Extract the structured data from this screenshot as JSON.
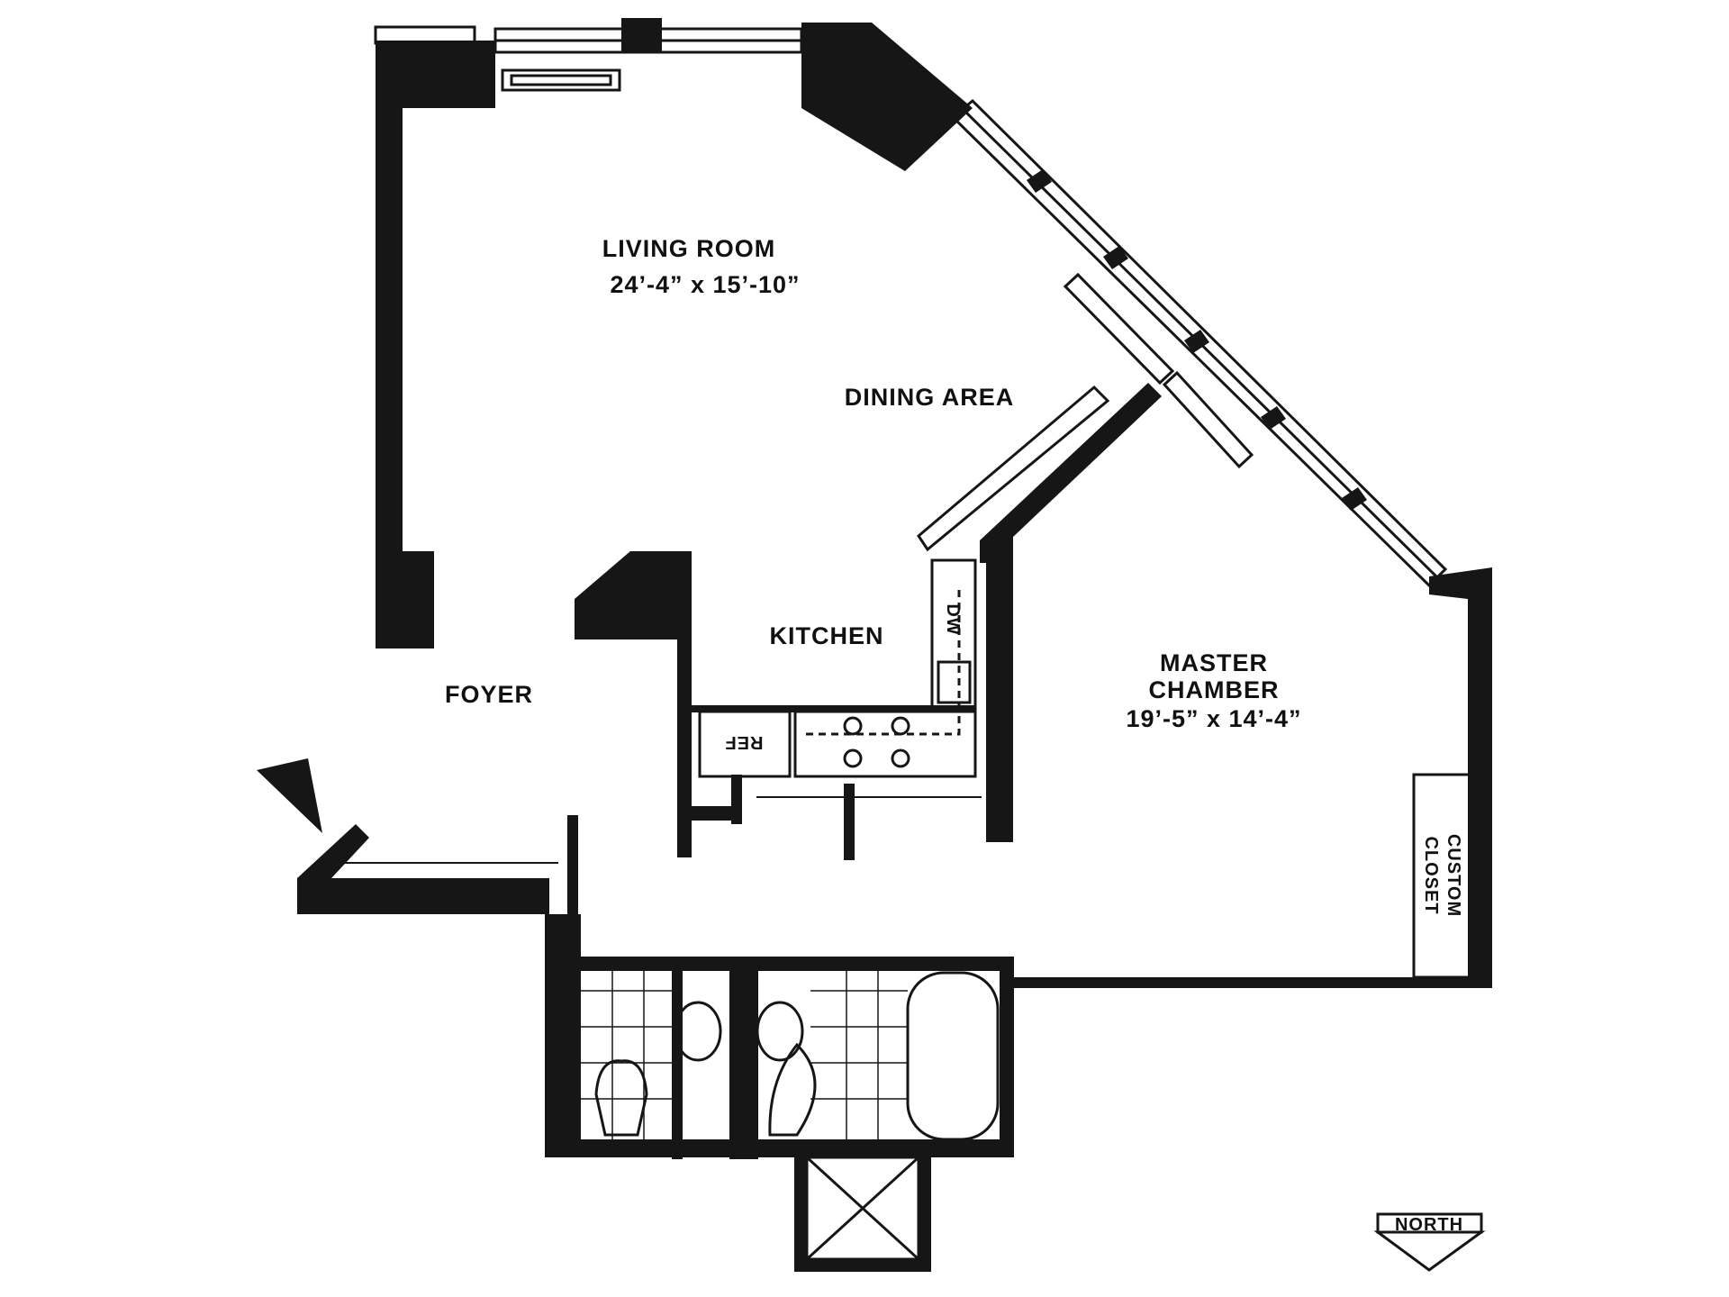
{
  "colors": {
    "wall": "#161616",
    "line": "#161616",
    "background": "#ffffff"
  },
  "rooms": {
    "living_room": {
      "name": "LIVING ROOM",
      "dimensions": "24’-4” x 15’-10”"
    },
    "dining_area": {
      "name": "DINING AREA"
    },
    "kitchen": {
      "name": "KITCHEN"
    },
    "foyer": {
      "name": "FOYER"
    },
    "master_chamber": {
      "name_line1": "MASTER",
      "name_line2": "CHAMBER",
      "dimensions": "19’-5” x 14’-4”"
    },
    "custom_closet": {
      "line1": "CUSTOM",
      "line2": "CLOSET"
    }
  },
  "appliances": {
    "dishwasher": "DW",
    "refrigerator": "REF"
  },
  "compass": {
    "label": "NORTH"
  }
}
